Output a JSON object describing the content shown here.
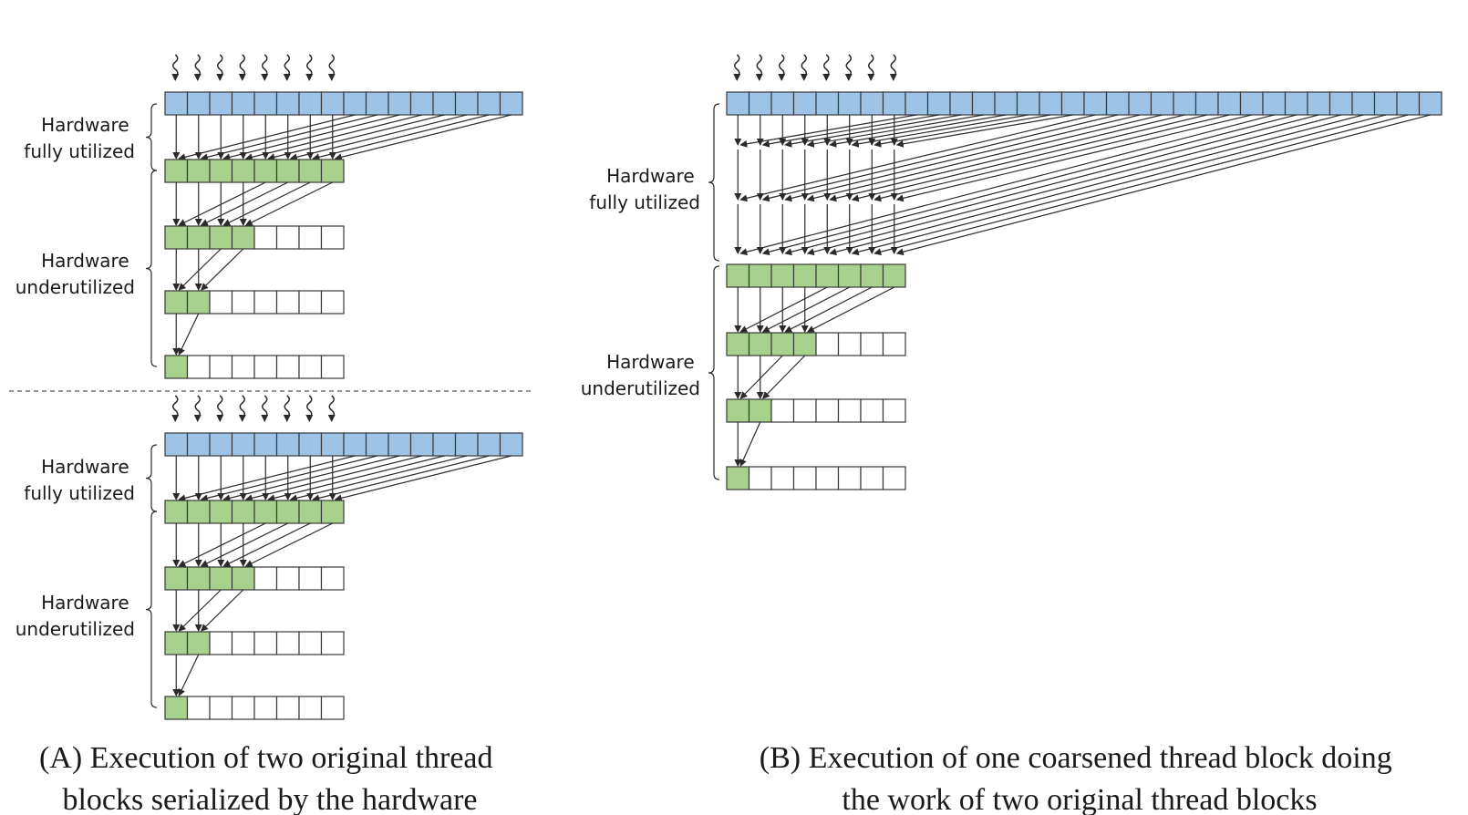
{
  "labels": {
    "full": [
      "Hardware",
      "fully utilized"
    ],
    "under": [
      "Hardware",
      "underutilized"
    ]
  },
  "captions": {
    "a": [
      "(A) Execution of two original thread",
      "blocks serialized by the hardware"
    ],
    "b": [
      "(B) Execution of one coarsened thread block doing",
      "the work of two original thread blocks"
    ]
  },
  "diagram": {
    "panel_a": {
      "threads": 8,
      "input_cells": 16,
      "output_cells": 8,
      "active_per_level": [
        8,
        4,
        2,
        1
      ],
      "blocks": 2
    },
    "panel_b": {
      "threads": 8,
      "input_cells": 32,
      "output_cells": 8,
      "coarsening_passes": 3,
      "active_per_level": [
        8,
        4,
        2,
        1
      ]
    }
  },
  "colors": {
    "input": "#9dc3e6",
    "active": "#a9d18e",
    "idle": "#ffffff"
  }
}
